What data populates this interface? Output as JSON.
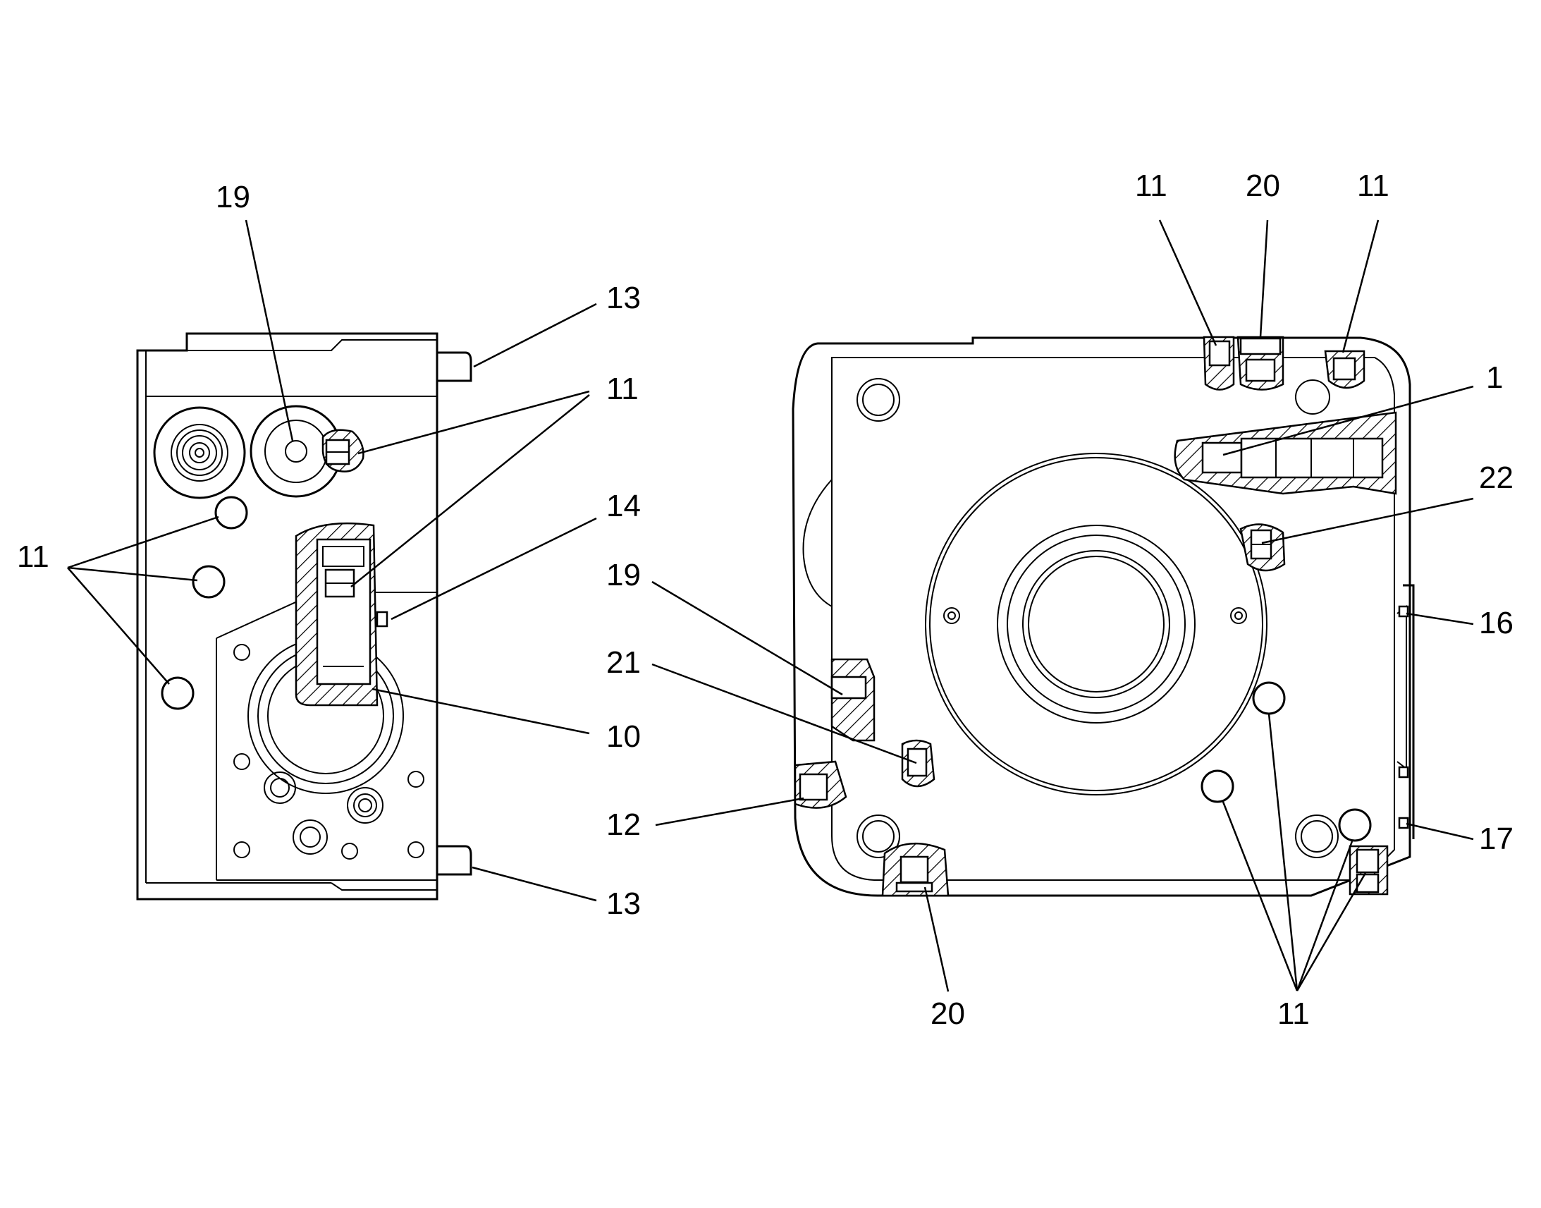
{
  "callouts": {
    "left_19": "19",
    "left_13_top": "13",
    "left_11_right": "11",
    "left_14": "14",
    "left_11_left": "11",
    "left_10": "10",
    "left_13_bottom": "13",
    "mid_19": "19",
    "mid_21": "21",
    "mid_12": "12",
    "right_11_top_left": "11",
    "right_20_top": "20",
    "right_11_top_right": "11",
    "right_1": "1",
    "right_22": "22",
    "right_16": "16",
    "right_17": "17",
    "right_20_bottom": "20",
    "right_11_bottom": "11"
  },
  "colors": {
    "line": "#000000",
    "background": "#ffffff"
  }
}
